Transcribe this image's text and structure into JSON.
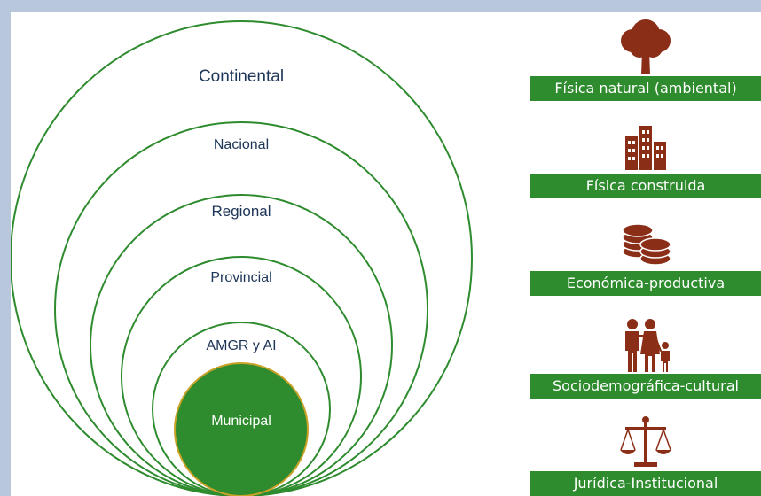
{
  "diagram": {
    "levels": [
      {
        "id": "continental",
        "label": "Continental"
      },
      {
        "id": "nacional",
        "label": "Nacional"
      },
      {
        "id": "regional",
        "label": "Regional"
      },
      {
        "id": "provincial",
        "label": "Provincial"
      },
      {
        "id": "amgr",
        "label": "AMGR y AI"
      },
      {
        "id": "municipal",
        "label": "Municipal"
      }
    ],
    "colors": {
      "ring_stroke": "#2e8b2e",
      "municipal_fill": "#2e8b2e",
      "municipal_stroke": "#c9a227",
      "label_text": "#1d3557"
    }
  },
  "dimensions": [
    {
      "icon": "tree-icon",
      "label": "Física natural (ambiental)"
    },
    {
      "icon": "buildings-icon",
      "label": "Física construida"
    },
    {
      "icon": "coins-icon",
      "label": "Económica-productiva"
    },
    {
      "icon": "family-icon",
      "label": "Sociodemográfica-cultural"
    },
    {
      "icon": "scales-icon",
      "label": "Jurídica-Institucional"
    }
  ],
  "colors": {
    "icon": "#8b2e17",
    "bar": "#2e8b2e",
    "bar_text": "#ffffff",
    "background": "#b9c7dd"
  }
}
